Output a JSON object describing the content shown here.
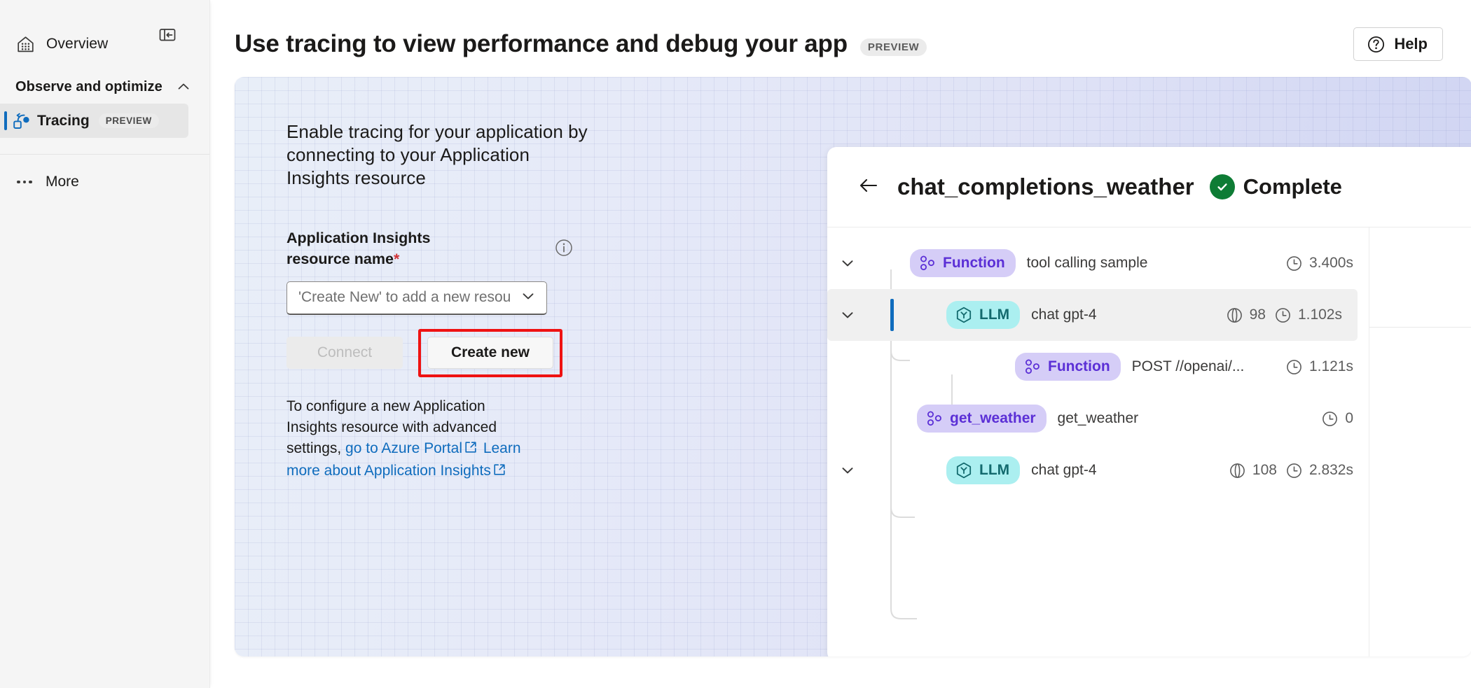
{
  "sidebar": {
    "collapse_icon": "collapse-panel-icon",
    "overview": {
      "label": "Overview",
      "icon": "home-icon"
    },
    "group": {
      "label": "Observe and optimize",
      "chevron": "chevron-up-icon"
    },
    "tracing": {
      "label": "Tracing",
      "badge": "PREVIEW",
      "icon": "tracing-icon"
    },
    "more": {
      "label": "More",
      "icon": "ellipsis-icon"
    }
  },
  "header": {
    "title": "Use tracing to view performance and debug your app",
    "badge": "PREVIEW",
    "help": {
      "label": "Help",
      "icon": "question-circle-icon"
    }
  },
  "hero": {
    "lead": "Enable tracing for your application by connecting to your Application Insights resource",
    "field_label": "Application Insights resource name",
    "required_marker": "*",
    "info_icon": "info-icon",
    "select": {
      "value": "'Create New' to add a new resou",
      "chevron": "chevron-down-icon"
    },
    "connect_label": "Connect",
    "create_label": "Create new",
    "note_prefix": "To configure a new Application Insights resource with advanced settings, ",
    "note_link_1": "go to Azure Portal",
    "note_link_2": "Learn more about Application Insights",
    "external_icon": "external-link-icon"
  },
  "trace": {
    "back_icon": "back-arrow-icon",
    "title": "chat_completions_weather",
    "status": "Complete",
    "status_icon": "check-circle-icon",
    "clock_icon": "clock-icon",
    "token_icon": "token-icon",
    "rows": [
      {
        "chevron": "chevron-down-icon",
        "has_chevron": true,
        "tag": "Function",
        "tag_type": "function",
        "tag_icon": "function-nodes-icon",
        "name": "tool calling sample",
        "tokens": "",
        "duration": "3.400s",
        "indent": 0,
        "selected": false
      },
      {
        "chevron": "chevron-down-icon",
        "has_chevron": true,
        "tag": "LLM",
        "tag_type": "llm",
        "tag_icon": "llm-hexagon-icon",
        "name": "chat gpt-4",
        "tokens": "98",
        "duration": "1.102s",
        "indent": 1,
        "selected": true
      },
      {
        "chevron": "",
        "has_chevron": false,
        "tag": "Function",
        "tag_type": "function",
        "tag_icon": "function-nodes-icon",
        "name": "POST //openai/...",
        "tokens": "",
        "duration": "1.121s",
        "indent": 2,
        "selected": false
      },
      {
        "chevron": "",
        "has_chevron": false,
        "tag": "get_weather",
        "tag_type": "function",
        "tag_icon": "function-nodes-icon",
        "name": "get_weather",
        "tokens": "",
        "duration": "0",
        "indent": 1,
        "selected": false
      },
      {
        "chevron": "chevron-down-icon",
        "has_chevron": true,
        "tag": "LLM",
        "tag_type": "llm",
        "tag_icon": "llm-hexagon-icon",
        "name": "chat gpt-4",
        "tokens": "108",
        "duration": "2.832s",
        "indent": 1,
        "selected": false
      }
    ]
  },
  "colors": {
    "accent": "#0f6cbd",
    "success": "#0e7c35",
    "required": "#d13438",
    "highlight": "#ef1212",
    "tag_function_bg": "#d5cdf7",
    "tag_function_fg": "#5b2fd6",
    "tag_llm_bg": "#abeff0",
    "tag_llm_fg": "#136a6e"
  }
}
